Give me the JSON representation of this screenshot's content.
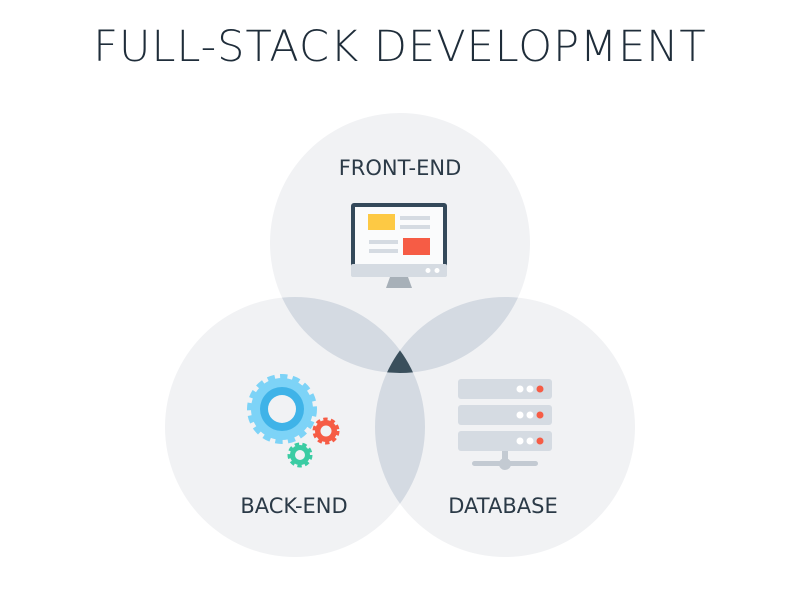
{
  "title": "FULL-STACK DEVELOPMENT",
  "circles": [
    {
      "label": "FRONT-END",
      "icon": "monitor-icon"
    },
    {
      "label": "BACK-END",
      "icon": "gears-icon"
    },
    {
      "label": "DATABASE",
      "icon": "server-icon"
    }
  ],
  "colors": {
    "circle": "#f1f2f4",
    "overlap": "#d4dae2",
    "center": "#3a4f5c",
    "yellow": "#fdc944",
    "red": "#f65c45",
    "blue": "#5bc1f0",
    "teal": "#3bcca3"
  }
}
